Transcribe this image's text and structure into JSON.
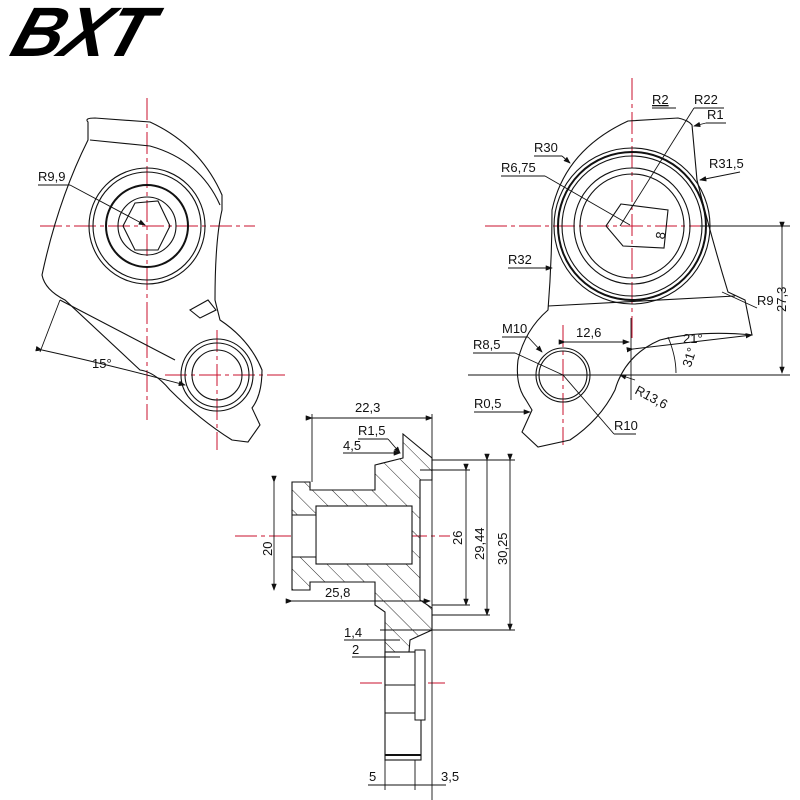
{
  "logo": {
    "text": "BXT"
  },
  "colors": {
    "centerline": "#c8102e",
    "outline": "#111111",
    "background": "#ffffff"
  },
  "view_left": {
    "labels": {
      "radius": "R9,9",
      "angle": "15°"
    }
  },
  "view_right": {
    "labels": {
      "r2": "R2",
      "r22": "R22",
      "r1": "R1",
      "r30": "R30",
      "r6_75": "R6,75",
      "r31_5": "R31,5",
      "hex": "8",
      "r32": "R32",
      "r9": "R9",
      "dim_27_3": "27,3",
      "m10": "M10",
      "r8_5": "R8,5",
      "dim_12_6": "12,6",
      "angle_21": "21°",
      "angle_31": "31°",
      "r13_6": "R13,6",
      "r0_5": "R0,5",
      "r10": "R10"
    }
  },
  "section": {
    "labels": {
      "dim_22_3": "22,3",
      "r1_5": "R1,5",
      "dim_4_5": "4,5",
      "dim_20": "20",
      "dim_25_8": "25,8",
      "dim_26": "26",
      "dim_29_44": "29,44",
      "dim_30_25": "30,25",
      "dim_1_4": "1,4",
      "dim_2": "2",
      "dim_5": "5",
      "dim_3_5": "3,5"
    }
  }
}
